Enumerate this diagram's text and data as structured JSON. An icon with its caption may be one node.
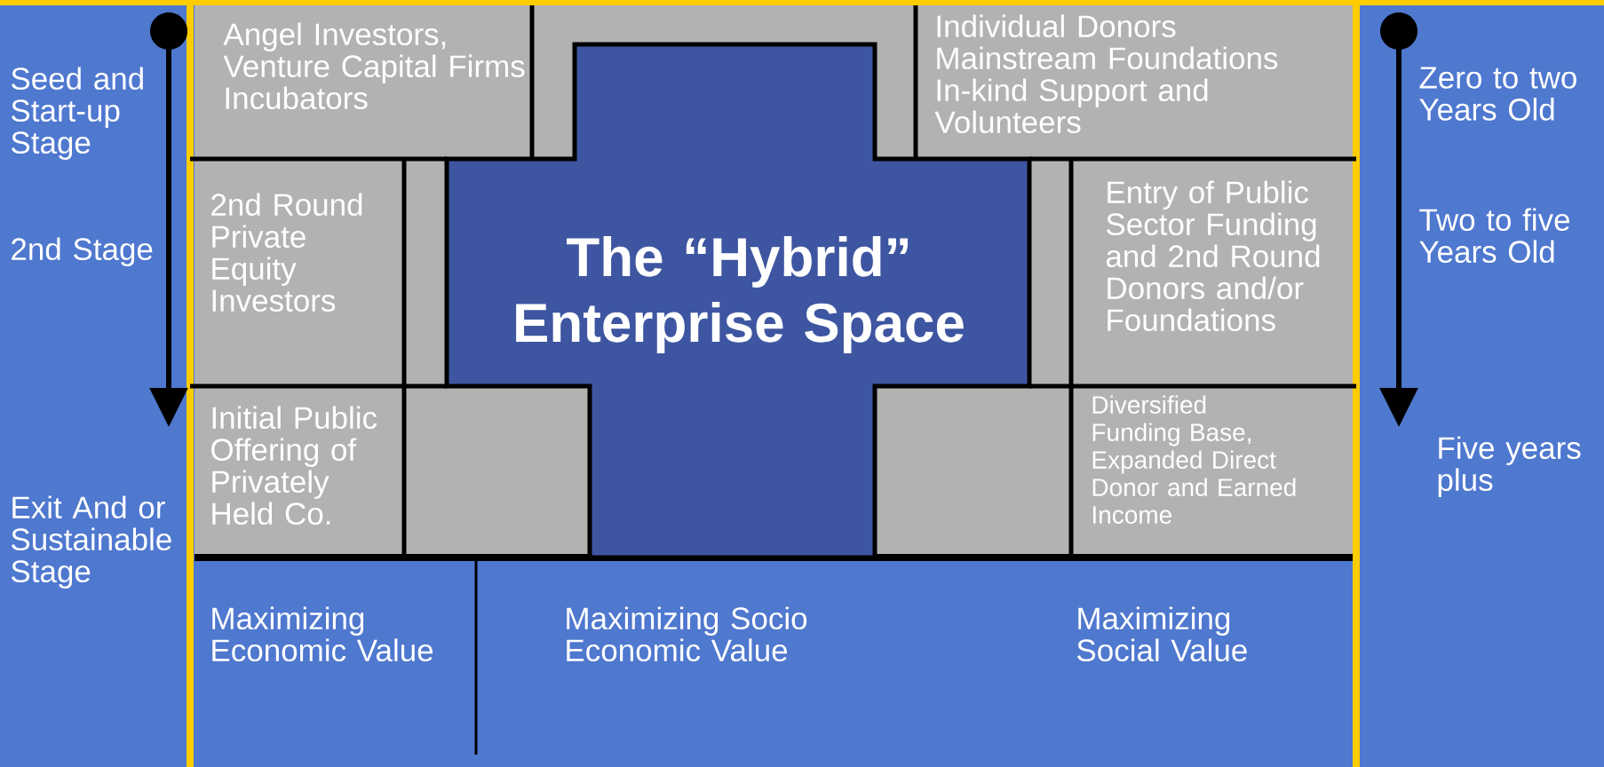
{
  "diagram": {
    "nodes": [
      {
        "text": [
          "Angel Investors, Venture Capital Firms Incubators"
        ]
      },
      {
        "text": [
          "Individual Donors Mainstream Foundations In-kind Support and Volunteers"
        ]
      },
      {
        "text": [
          "2nd Round Private Equity Investors"
        ]
      },
      {
        "text": [
          "Entry of Public Sector Funding and 2nd Round Donors and/or Foundations"
        ]
      },
      {
        "text": [
          "Initial Public Offering of Privately Held Co."
        ]
      },
      {
        "text": [
          "Diversified Funding Base, Expanded Direct Donor and Earned Income"
        ]
      },
      {
        "text": [
          "The “Hybrid” Enterprise Space"
        ]
      }
    ],
    "labels": [
      "Seed and Start-up Stage",
      "2nd Stage",
      "Exit And or Sustainable Stage",
      "Zero to two Years Old",
      "Two to five Years Old",
      "Five years plus",
      "Maximizing Economic Value",
      "Maximizing Socio Economic Value",
      "Maximizing Social Value"
    ]
  }
}
